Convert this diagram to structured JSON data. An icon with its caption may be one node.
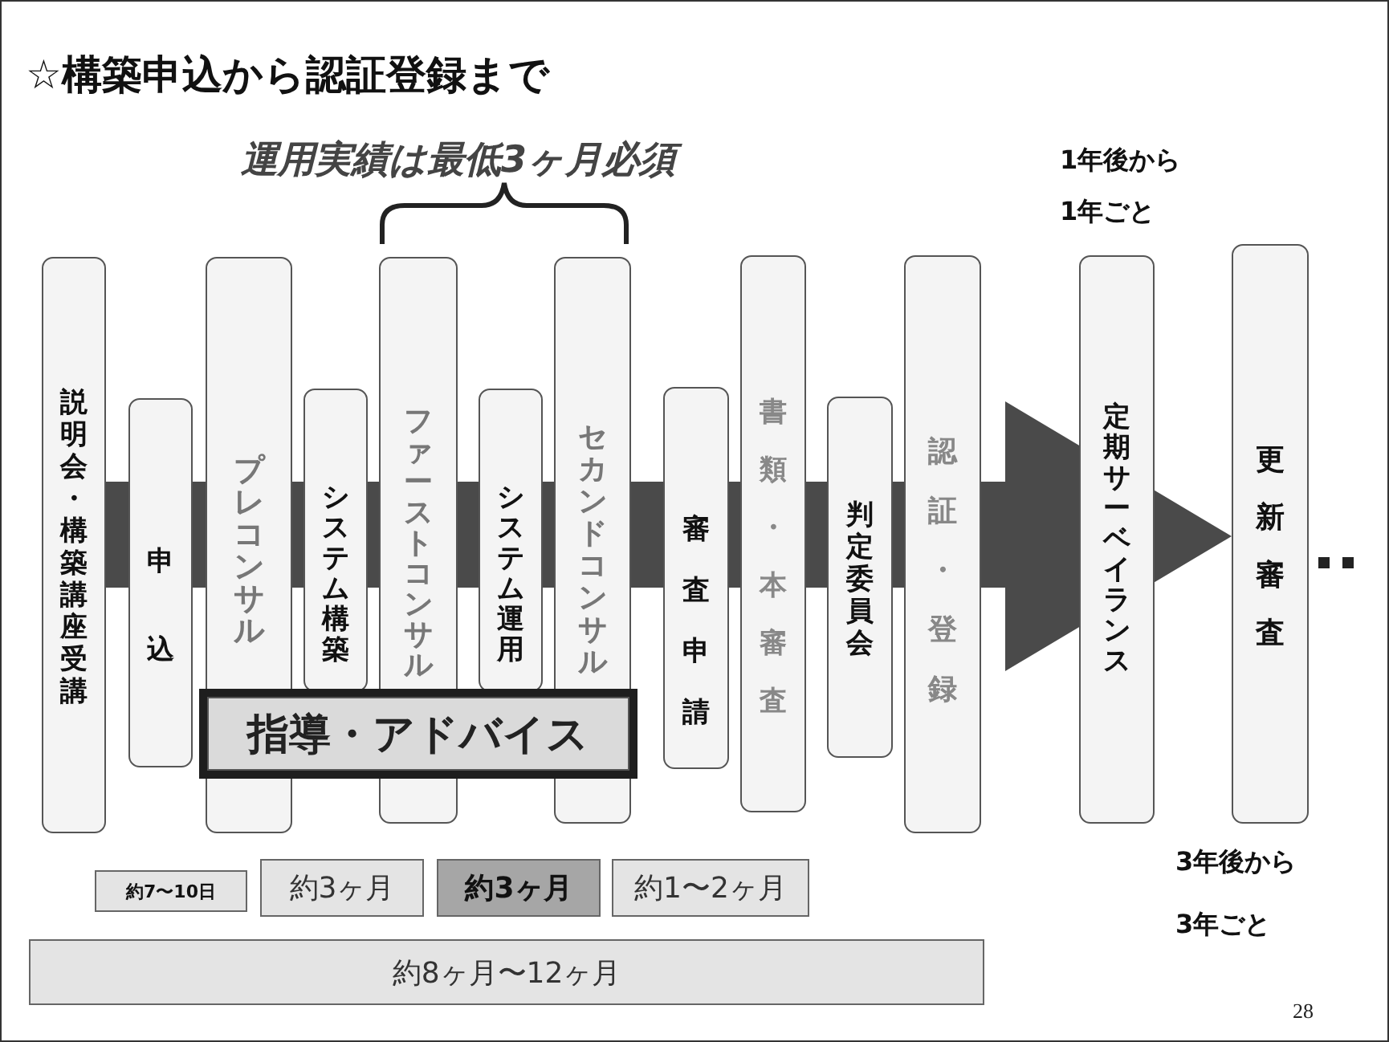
{
  "diagram": {
    "title": "☆構築申込から認証登録まで",
    "nodes": [
      {
        "text": [
          "説明会・構築講座受講"
        ]
      },
      {
        "text": [
          "申込"
        ]
      },
      {
        "text": [
          "プレコンサル"
        ]
      },
      {
        "text": [
          "システム構築"
        ]
      },
      {
        "text": [
          "ファーストコンサル"
        ]
      },
      {
        "text": [
          "システム運用"
        ]
      },
      {
        "text": [
          "セカンドコンサル"
        ]
      },
      {
        "text": [
          "審査申請"
        ]
      },
      {
        "text": [
          "書類・本審査"
        ]
      },
      {
        "text": [
          "判定委員会"
        ]
      },
      {
        "text": [
          "認証・登録"
        ]
      },
      {
        "text": [
          "定期サーベイランス"
        ]
      },
      {
        "text": [
          "更新審査"
        ]
      },
      {
        "text": [
          "指導・アドバイス"
        ]
      },
      {
        "text": [
          "約7〜10日"
        ]
      },
      {
        "text": [
          "約3ヶ月"
        ]
      },
      {
        "text": [
          "約3ヶ月"
        ]
      },
      {
        "text": [
          "約1〜2ヶ月"
        ]
      },
      {
        "text": [
          "約8ヶ月〜12ヶ月"
        ]
      }
    ],
    "edges": [
      {
        "from": 0,
        "to": 12,
        "arrow": "to"
      }
    ],
    "labels": [
      "運用実績は最低3ヶ月必須",
      "1年後から",
      "1年ごと",
      "3年後から",
      "3年ごと",
      "28"
    ]
  }
}
